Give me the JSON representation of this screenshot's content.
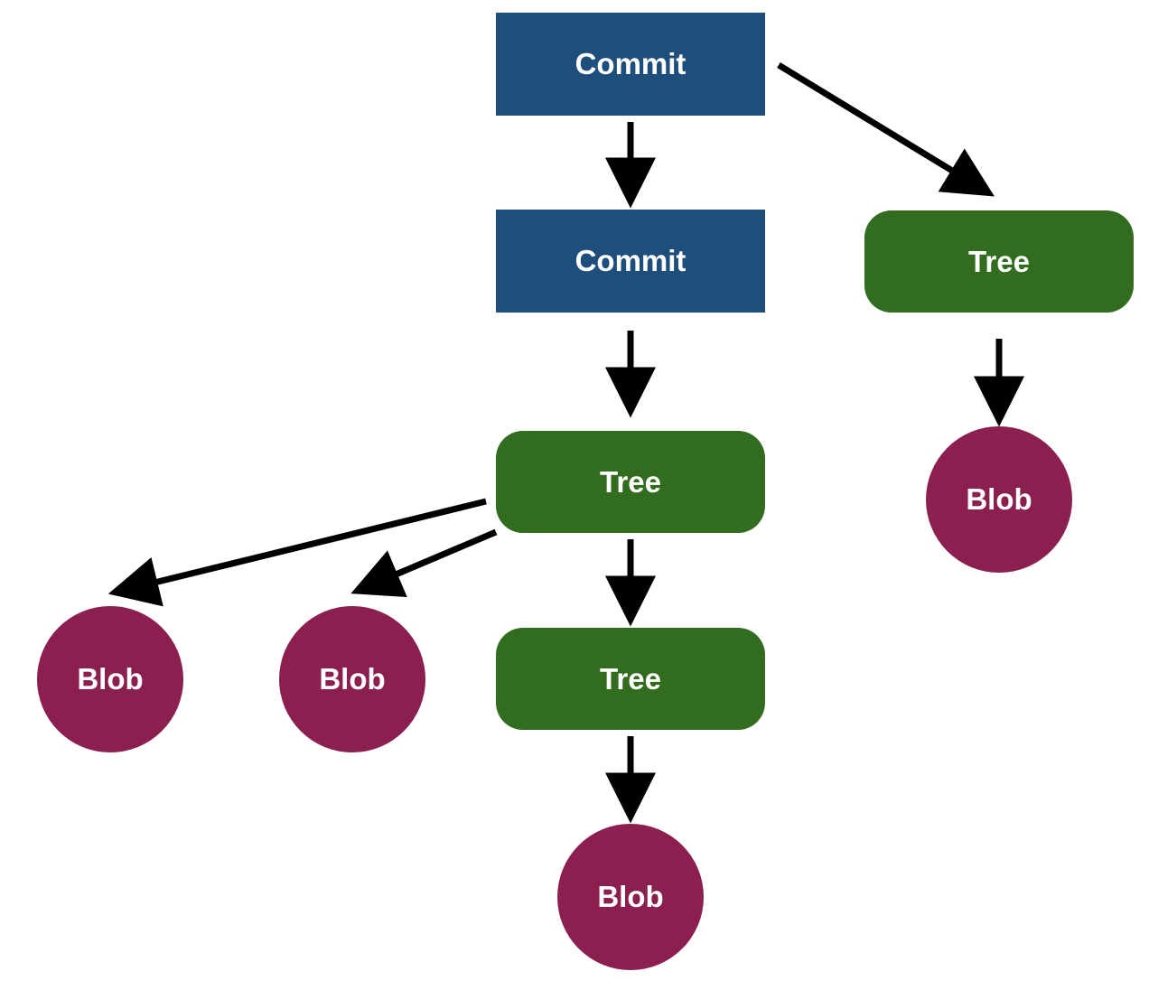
{
  "colors": {
    "commit": "#1d4e7c",
    "tree": "#316c1f",
    "blob": "#8b1f4f",
    "edge": "#000000"
  },
  "nodes": {
    "commit_top": {
      "label": "Commit",
      "kind": "commit"
    },
    "commit_second": {
      "label": "Commit",
      "kind": "commit"
    },
    "tree_right": {
      "label": "Tree",
      "kind": "tree"
    },
    "tree_middle": {
      "label": "Tree",
      "kind": "tree"
    },
    "tree_lower": {
      "label": "Tree",
      "kind": "tree"
    },
    "blob_right": {
      "label": "Blob",
      "kind": "blob"
    },
    "blob_left_1": {
      "label": "Blob",
      "kind": "blob"
    },
    "blob_left_2": {
      "label": "Blob",
      "kind": "blob"
    },
    "blob_bottom": {
      "label": "Blob",
      "kind": "blob"
    }
  },
  "edges": [
    {
      "from": "commit_top",
      "to": "commit_second"
    },
    {
      "from": "commit_top",
      "to": "tree_right"
    },
    {
      "from": "commit_second",
      "to": "tree_middle"
    },
    {
      "from": "tree_right",
      "to": "blob_right"
    },
    {
      "from": "tree_middle",
      "to": "blob_left_1"
    },
    {
      "from": "tree_middle",
      "to": "blob_left_2"
    },
    {
      "from": "tree_middle",
      "to": "tree_lower"
    },
    {
      "from": "tree_lower",
      "to": "blob_bottom"
    }
  ]
}
